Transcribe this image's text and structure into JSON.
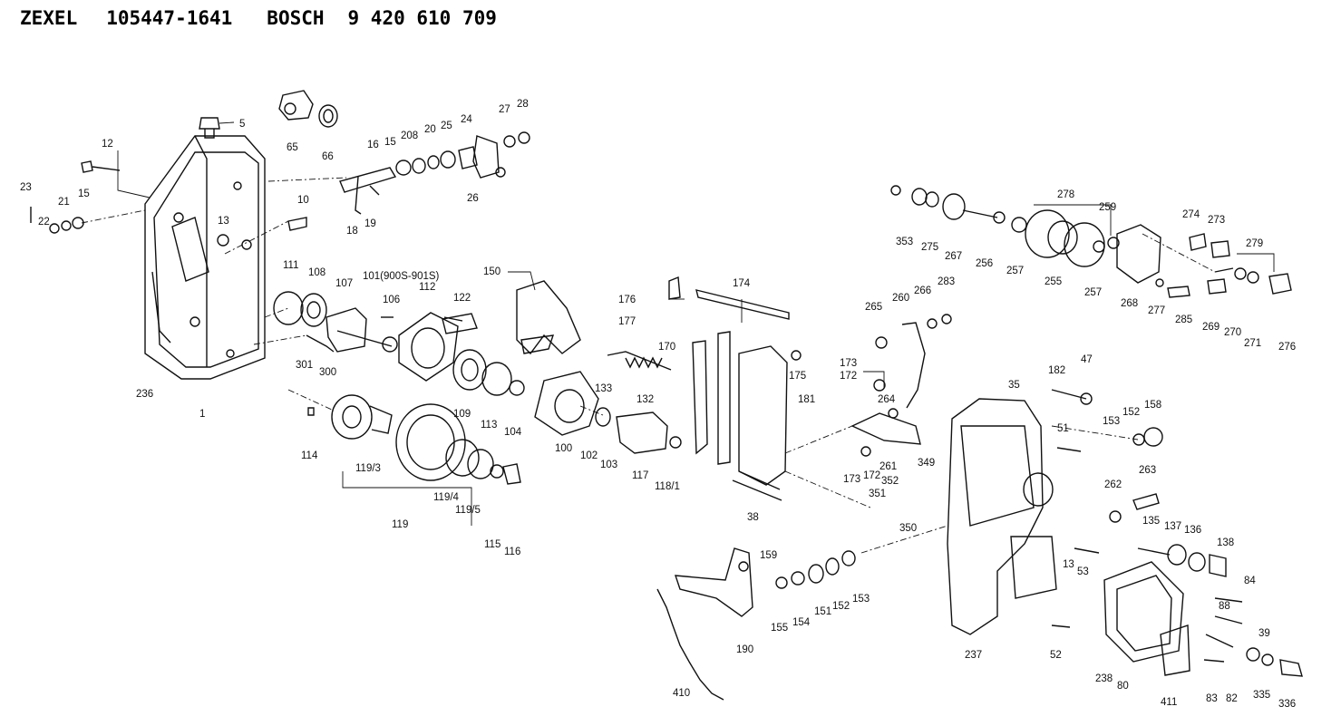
{
  "header": {
    "maker1": "ZEXEL",
    "part1": "105447-1641",
    "maker2": "BOSCH",
    "part2": "9 420 610 709"
  },
  "labels": {
    "l5": "5",
    "l65": "65",
    "l66": "66",
    "l16": "16",
    "l15a": "15",
    "l208": "208",
    "l20": "20",
    "l25": "25",
    "l24": "24",
    "l27": "27",
    "l28": "28",
    "l26": "26",
    "l12": "12",
    "l23": "23",
    "l22": "22",
    "l21": "21",
    "l15b": "15",
    "l10": "10",
    "l13a": "13",
    "l18": "18",
    "l19": "19",
    "l111": "111",
    "l108": "108",
    "l107": "107",
    "l101": "101(900S-901S)",
    "l150": "150",
    "l112": "112",
    "l122": "122",
    "l106": "106",
    "l301": "301",
    "l300": "300",
    "l236": "236",
    "l1": "1",
    "l176": "176",
    "l177": "177",
    "l174": "174",
    "l170": "170",
    "l175": "175",
    "l181": "181",
    "l133": "133",
    "l132": "132",
    "l109": "109",
    "l113": "113",
    "l104": "104",
    "l100": "100",
    "l102": "102",
    "l103": "103",
    "l117": "117",
    "l118_1": "118/1",
    "l114": "114",
    "l119_3": "119/3",
    "l119": "119",
    "l119_4": "119/4",
    "l119_5": "119/5",
    "l115": "115",
    "l116": "116",
    "l38": "38",
    "l351": "351",
    "l350": "350",
    "l352": "352",
    "l349": "349",
    "l173a": "173",
    "l172a": "172",
    "l261": "261",
    "l173b": "173",
    "l172b": "172",
    "l264": "264",
    "l265": "265",
    "l260": "260",
    "l266": "266",
    "l283": "283",
    "l353": "353",
    "l275": "275",
    "l267": "267",
    "l256": "256",
    "l257a": "257",
    "l278": "278",
    "l255": "255",
    "l257b": "257",
    "l259": "259",
    "l268": "268",
    "l274": "274",
    "l273": "273",
    "l279": "279",
    "l277": "277",
    "l285": "285",
    "l269": "269",
    "l270": "270",
    "l271": "271",
    "l276": "276",
    "l35": "35",
    "l182": "182",
    "l47": "47",
    "l51": "51",
    "l153a": "153",
    "l152a": "152",
    "l158": "158",
    "l262": "262",
    "l263": "263",
    "l135": "135",
    "l137": "137",
    "l136": "136",
    "l138": "138",
    "l13b": "13",
    "l53": "53",
    "l84": "84",
    "l88": "88",
    "l39": "39",
    "l52": "52",
    "l237": "237",
    "l238": "238",
    "l80": "80",
    "l411": "411",
    "l83": "83",
    "l82": "82",
    "l335": "335",
    "l336": "336",
    "l159": "159",
    "l155": "155",
    "l154": "154",
    "l151": "151",
    "l152b": "152",
    "l153b": "153",
    "l190": "190",
    "l410": "410"
  }
}
